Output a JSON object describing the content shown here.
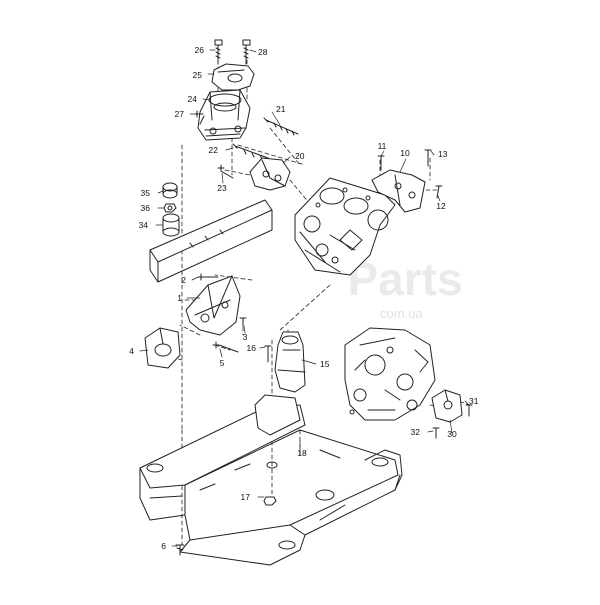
{
  "watermark": {
    "brand": "Parts",
    "domain": "com.ua"
  },
  "callouts": [
    {
      "id": "c1",
      "label": "1"
    },
    {
      "id": "c2",
      "label": "2"
    },
    {
      "id": "c3",
      "label": "3"
    },
    {
      "id": "c4",
      "label": "4"
    },
    {
      "id": "c5",
      "label": "5"
    },
    {
      "id": "c6",
      "label": "6"
    },
    {
      "id": "c10",
      "label": "10"
    },
    {
      "id": "c11",
      "label": "11"
    },
    {
      "id": "c12",
      "label": "12"
    },
    {
      "id": "c13",
      "label": "13"
    },
    {
      "id": "c15",
      "label": "15"
    },
    {
      "id": "c16",
      "label": "16"
    },
    {
      "id": "c17",
      "label": "17"
    },
    {
      "id": "c18",
      "label": "18"
    },
    {
      "id": "c20",
      "label": "20"
    },
    {
      "id": "c21",
      "label": "21"
    },
    {
      "id": "c22",
      "label": "22"
    },
    {
      "id": "c23",
      "label": "23"
    },
    {
      "id": "c24",
      "label": "24"
    },
    {
      "id": "c25",
      "label": "25"
    },
    {
      "id": "c26",
      "label": "26"
    },
    {
      "id": "c27",
      "label": "27"
    },
    {
      "id": "c28",
      "label": "28"
    },
    {
      "id": "c30",
      "label": "30"
    },
    {
      "id": "c31",
      "label": "31"
    },
    {
      "id": "c32",
      "label": "32"
    },
    {
      "id": "c34",
      "label": "34"
    },
    {
      "id": "c35",
      "label": "35"
    },
    {
      "id": "c36",
      "label": "36"
    }
  ]
}
